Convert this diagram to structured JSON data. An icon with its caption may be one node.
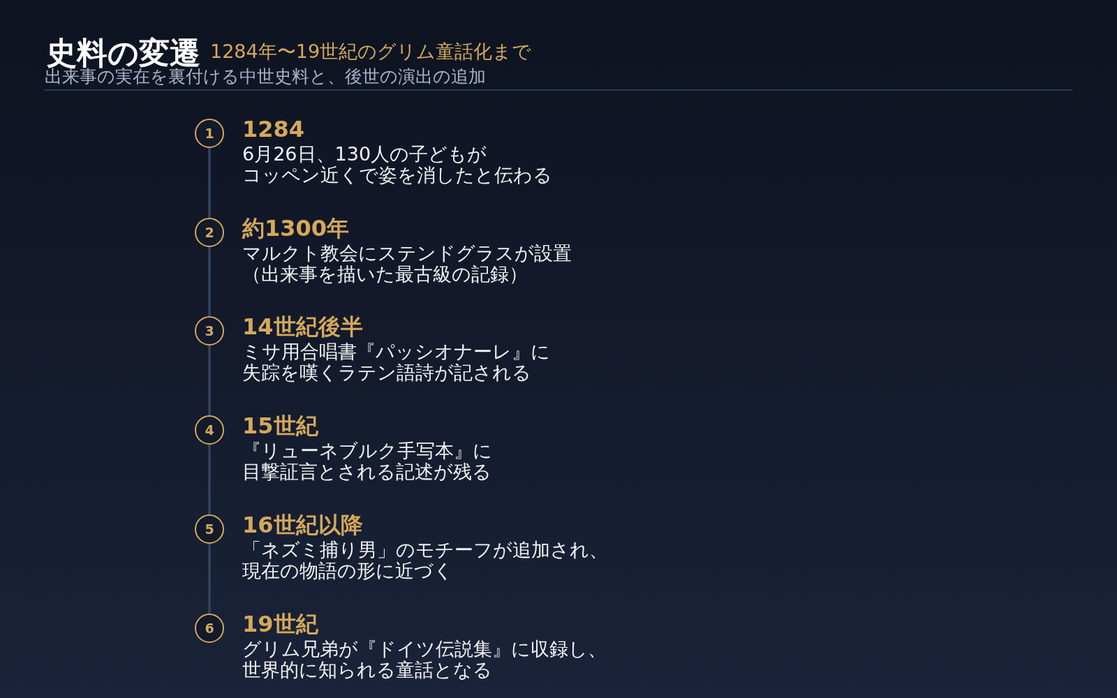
{
  "diagram": {
    "title": "史料の変遷",
    "nodes": [
      {
        "text": [
          "1"
        ],
        "beside": [
          "1284",
          "6月26日、130人の子どもがコッペン近くで姿を消したと伝わる"
        ]
      },
      {
        "text": [
          "2"
        ],
        "beside": [
          "約1300年",
          "マルクト教会にステンドグラスが設置（出来事を描いた最古級の記録）"
        ]
      },
      {
        "text": [
          "3"
        ],
        "beside": [
          "14世紀後半",
          "ミサ用合唱書『パッシオナーレ』に失踪を嘆くラテン語詩が記される"
        ]
      },
      {
        "text": [
          "4"
        ],
        "beside": [
          "15世紀",
          "『リューネブルク手写本』に目撃証言とされる記述が残る"
        ]
      },
      {
        "text": [
          "5"
        ],
        "beside": [
          "16世紀以降",
          "「ネズミ捕り男」のモチーフが追加され、現在の物語の形に近づく"
        ]
      },
      {
        "text": [
          "6"
        ],
        "beside": [
          "19世紀",
          "グリム兄弟が『ドイツ伝説集』に収録し、世界的に知られる童話となる"
        ]
      }
    ],
    "edges": [
      {
        "from": 0,
        "to": 1,
        "arrow": "none"
      },
      {
        "from": 1,
        "to": 2,
        "arrow": "none"
      },
      {
        "from": 2,
        "to": 3,
        "arrow": "none"
      },
      {
        "from": 3,
        "to": 4,
        "arrow": "none"
      },
      {
        "from": 4,
        "to": 5,
        "arrow": "none"
      }
    ],
    "labels": [
      "1284年〜19世紀のグリム童話化まで",
      "出来事の実在を裏付ける中世史料と、後世の演出の追加"
    ]
  }
}
